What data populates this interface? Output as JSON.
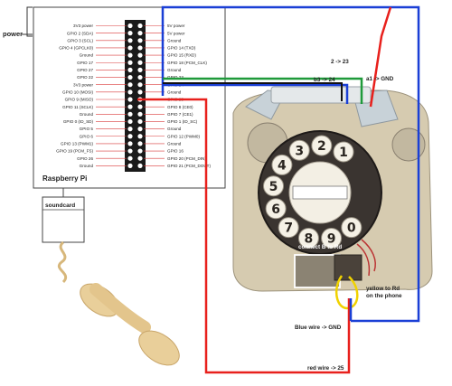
{
  "labels": {
    "power": "power",
    "board": "Raspberry Pi",
    "soundcard": "soundcard",
    "g2_23": "2 -> 23",
    "b3_24": "b3 -> 24",
    "a1_gnd": "a1 -> GND",
    "connect": "connect B to Rd",
    "yellow_1": "yellow to Rd",
    "yellow_2": "on the phone",
    "blue_wire": "Blue wire -> GND",
    "red_wire": "red wire -> 25"
  },
  "pins_left": [
    "3V3 power",
    "GPIO 2 (SDA)",
    "GPIO 3 (SCL)",
    "GPIO 4 (GPCLK0)",
    "Ground",
    "GPIO 17",
    "GPIO 27",
    "GPIO 22",
    "3V3 power",
    "GPIO 10 (MOSI)",
    "GPIO 9 (MISO)",
    "GPIO 11 (SCLK)",
    "Ground",
    "GPIO 0 (ID_SD)",
    "GPIO 5",
    "GPIO 6",
    "GPIO 13 (PWM1)",
    "GPIO 19 (PCM_FS)",
    "GPIO 26",
    "Ground"
  ],
  "pins_right": [
    "5V power",
    "5V power",
    "Ground",
    "GPIO 14 (TXD)",
    "GPIO 15 (RXD)",
    "GPIO 18 (PCM_CLK)",
    "Ground",
    "GPIO 23",
    "GPIO 24",
    "Ground",
    "GPIO 25",
    "GPIO 8 (CE0)",
    "GPIO 7 (CE1)",
    "GPIO 1 (ID_SC)",
    "Ground",
    "GPIO 12 (PWM0)",
    "Ground",
    "GPIO 16",
    "GPIO 20 (PCM_DIN)",
    "GPIO 21 (PCM_DOUT)"
  ],
  "dial_digits": [
    "1",
    "2",
    "3",
    "4",
    "5",
    "6",
    "7",
    "8",
    "9",
    "0"
  ],
  "colors": {
    "red": "#e8201c",
    "blue": "#1a3fd6",
    "green": "#1f9a3a",
    "yellow": "#f0d200",
    "black": "#111111",
    "handset": "#e9cf9a",
    "phone_body": "#d6cbb0",
    "dial": "#3a3430"
  }
}
